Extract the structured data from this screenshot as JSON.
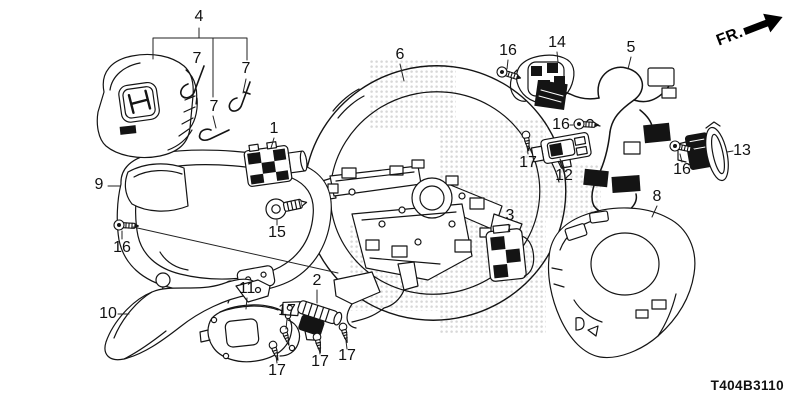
{
  "diagram": {
    "code": "T404B3110",
    "direction_label": "FR."
  },
  "callouts": [
    {
      "label": "4"
    },
    {
      "label": "7"
    },
    {
      "label": "7"
    },
    {
      "label": "7"
    },
    {
      "label": "1"
    },
    {
      "label": "6"
    },
    {
      "label": "16"
    },
    {
      "label": "14"
    },
    {
      "label": "5"
    },
    {
      "label": "16"
    },
    {
      "label": "17"
    },
    {
      "label": "12"
    },
    {
      "label": "13"
    },
    {
      "label": "16"
    },
    {
      "label": "9"
    },
    {
      "label": "15"
    },
    {
      "label": "16"
    },
    {
      "label": "3"
    },
    {
      "label": "8"
    },
    {
      "label": "10"
    },
    {
      "label": "11"
    },
    {
      "label": "2"
    },
    {
      "label": "17"
    },
    {
      "label": "17"
    },
    {
      "label": "17"
    },
    {
      "label": "17"
    }
  ]
}
